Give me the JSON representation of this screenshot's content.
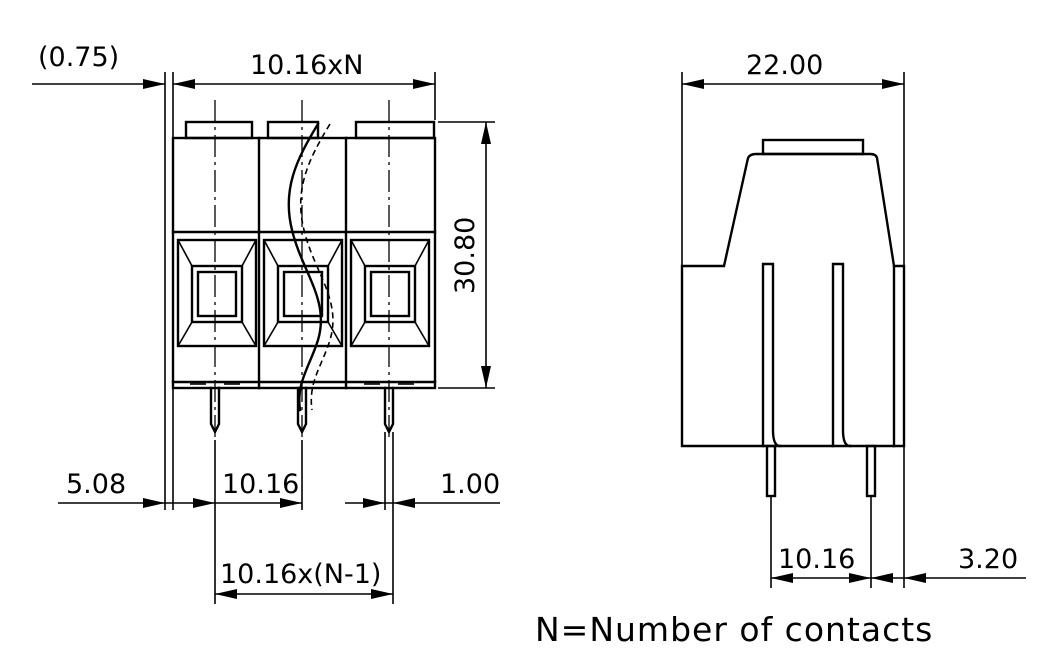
{
  "dimensions": {
    "offset": "(0.75)",
    "width_front": "10.16xN",
    "height": "30.80",
    "edge_to_pin": "5.08",
    "pitch_front": "10.16",
    "pin_width": "1.00",
    "pitch_span": "10.16x(N-1)",
    "depth": "22.00",
    "pitch_side": "10.16",
    "pin_offset": "3.20"
  },
  "note": "N=Number of contacts"
}
